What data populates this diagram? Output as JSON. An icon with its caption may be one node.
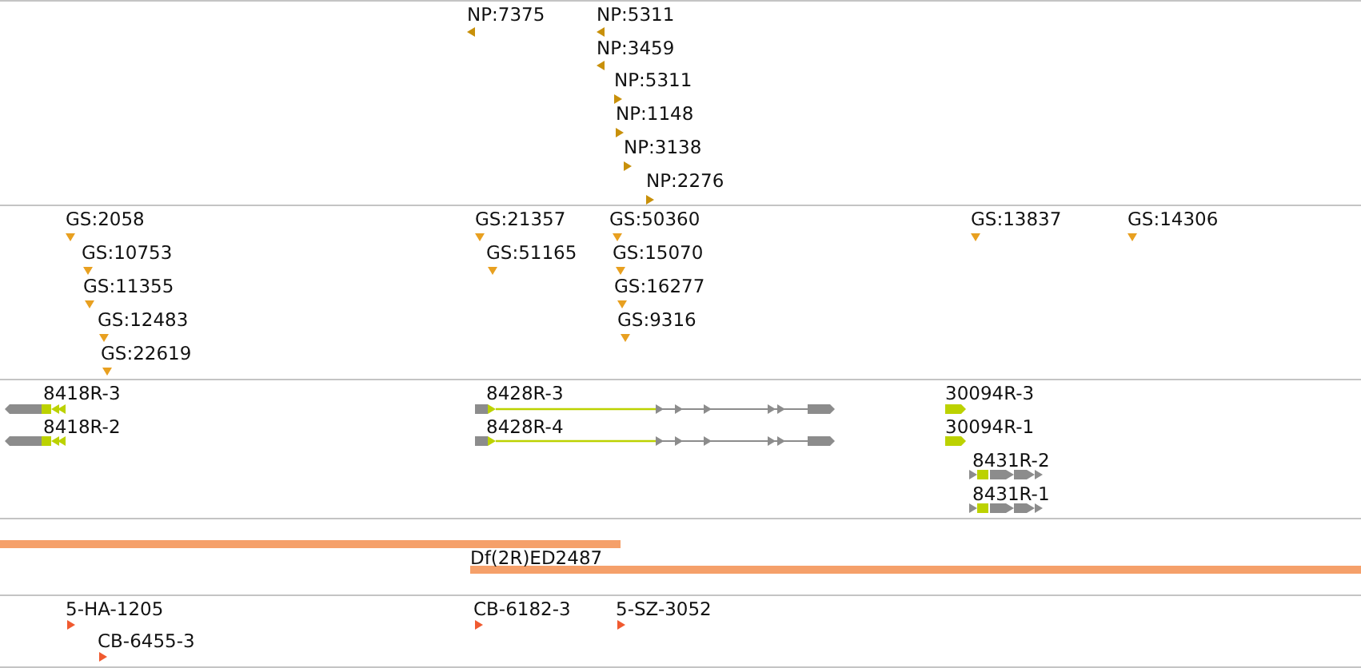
{
  "diagram": {
    "labels": [
      "NP:7375",
      "NP:5311",
      "NP:3459",
      "NP:5311",
      "NP:1148",
      "NP:3138",
      "NP:2276",
      "GS:2058",
      "GS:21357",
      "GS:50360",
      "GS:13837",
      "GS:14306",
      "GS:10753",
      "GS:51165",
      "GS:15070",
      "GS:11355",
      "GS:16277",
      "GS:12483",
      "GS:9316",
      "GS:22619",
      "8418R-3",
      "8428R-3",
      "30094R-3",
      "8418R-2",
      "8428R-4",
      "30094R-1",
      "8431R-2",
      "8431R-1",
      "Df(2R)ED2487",
      "5-HA-1205",
      "CB-6182-3",
      "5-SZ-3052",
      "CB-6455-3"
    ]
  }
}
